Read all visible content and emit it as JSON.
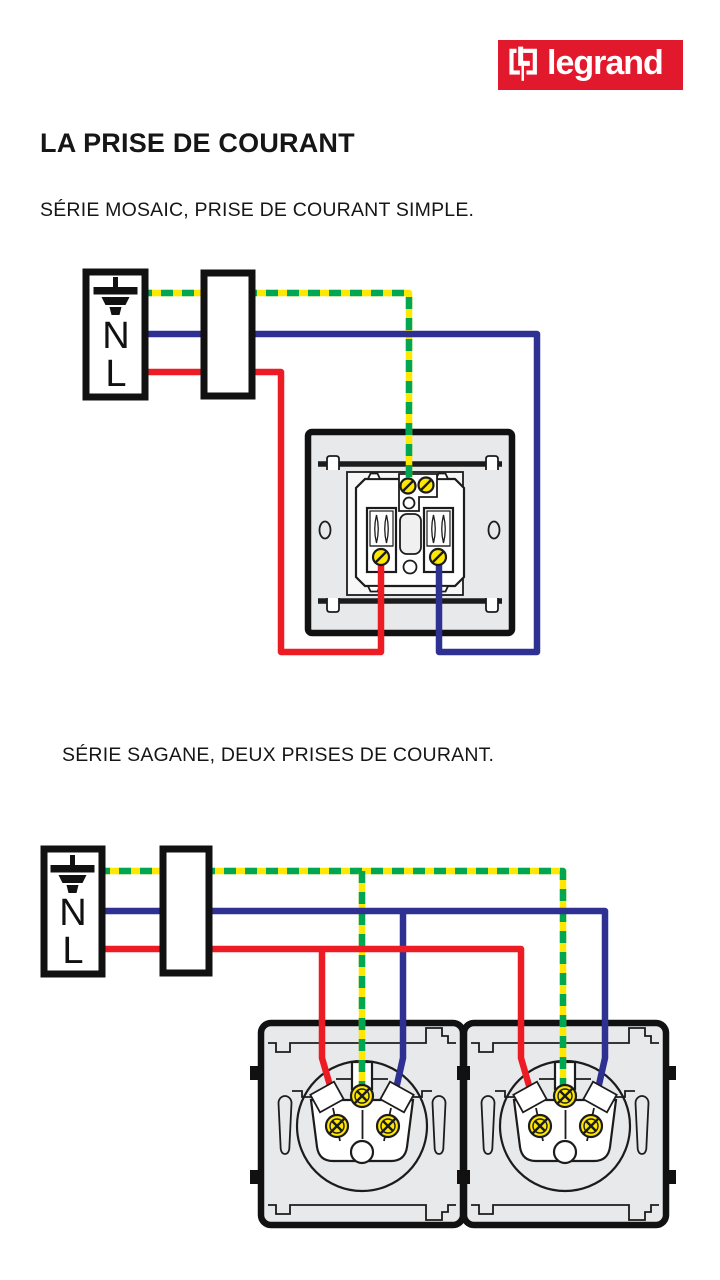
{
  "page": {
    "title": "LA PRISE DE COURANT",
    "sections": [
      {
        "subtitle": "SÉRIE MOSAIC, PRISE DE COURANT SIMPLE."
      },
      {
        "subtitle": "SÉRIE SAGANE, DEUX PRISES DE COURANT."
      }
    ]
  },
  "logo": {
    "brand": "legrand",
    "mark": "legrand-square-l-icon"
  },
  "colors": {
    "legrand_red": "#e2192c",
    "wire_earth_green": "#00a651",
    "wire_earth_yellow": "#ffe800",
    "wire_neutral_blue": "#2e3192",
    "wire_live_red": "#ed1c24",
    "plate_gray": "#e8e9ea",
    "screw_yellow": "#ffe800"
  },
  "diagram_mosaic": {
    "source": {
      "earth_icon": "earth-ground-icon",
      "neutral": "N",
      "live": "L"
    },
    "wires": [
      {
        "name": "earth-wire",
        "color": "green-yellow"
      },
      {
        "name": "neutral-wire",
        "color": "blue"
      },
      {
        "name": "live-wire",
        "color": "red"
      }
    ],
    "outlets": 1
  },
  "diagram_sagane": {
    "source": {
      "earth_icon": "earth-ground-icon",
      "neutral": "N",
      "live": "L"
    },
    "wires": [
      {
        "name": "earth-wire",
        "color": "green-yellow"
      },
      {
        "name": "neutral-wire",
        "color": "blue"
      },
      {
        "name": "live-wire",
        "color": "red"
      }
    ],
    "outlets": 2
  }
}
